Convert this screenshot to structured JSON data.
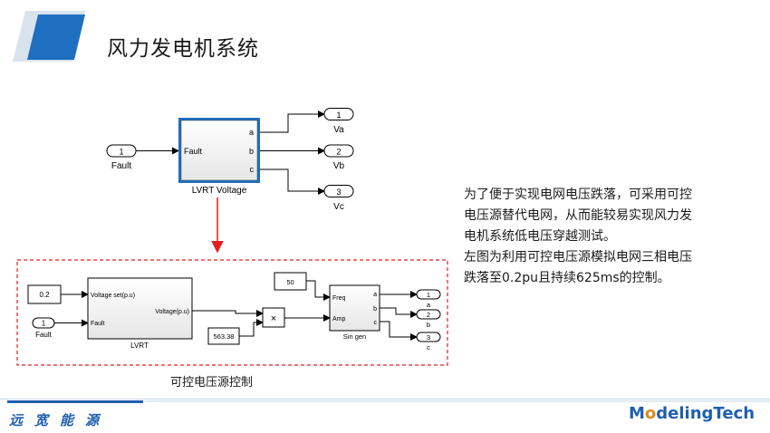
{
  "title": "风力发电机系统",
  "description": [
    "为了便于实现电网电压跌落，可采用可控",
    "电压源替代电网，从而能较易实现风力发",
    "电机系统低电压穿越测试。",
    "左图为利用可控电压源模拟电网三相电压",
    "跌落至0.2pu且持续625ms的控制。"
  ],
  "caption": "可控电压源控制",
  "brand_left": "远宽能源",
  "brand_right_pre": "M",
  "brand_right_o": "o",
  "brand_right_post": "delingTech",
  "top_diagram": {
    "in_port": {
      "num": "1",
      "label": "Fault"
    },
    "block": {
      "in_label": "Fault",
      "outs": [
        "a",
        "b",
        "c"
      ],
      "name": "LVRT Voltage"
    },
    "out_ports": [
      {
        "num": "1",
        "label": "Va"
      },
      {
        "num": "2",
        "label": "Vb"
      },
      {
        "num": "3",
        "label": "Vc"
      }
    ]
  },
  "bottom_diagram": {
    "const_02": "0.2",
    "fault_port": {
      "num": "1",
      "label": "Fault"
    },
    "lvrt": {
      "in1": "Voltage set(p.u)",
      "in2": "Fault",
      "out": "Voltage(p.u)",
      "name": "LVRT"
    },
    "const_50": "50",
    "const_563": "563.38",
    "product": "×",
    "singen": {
      "in1": "Freq",
      "in2": "Amp",
      "outs": [
        "a",
        "b",
        "c"
      ],
      "name": "Sin gen"
    },
    "out_ports": [
      {
        "num": "1",
        "label": "a"
      },
      {
        "num": "2",
        "label": "b"
      },
      {
        "num": "3",
        "label": "c"
      }
    ]
  },
  "colors": {
    "accent_blue": "#1f6fc0",
    "dashed_red": "#e02020",
    "arrow_red": "#e02020",
    "bar_blue": "#1f5fae",
    "logo_orange": "#e08a1e"
  }
}
